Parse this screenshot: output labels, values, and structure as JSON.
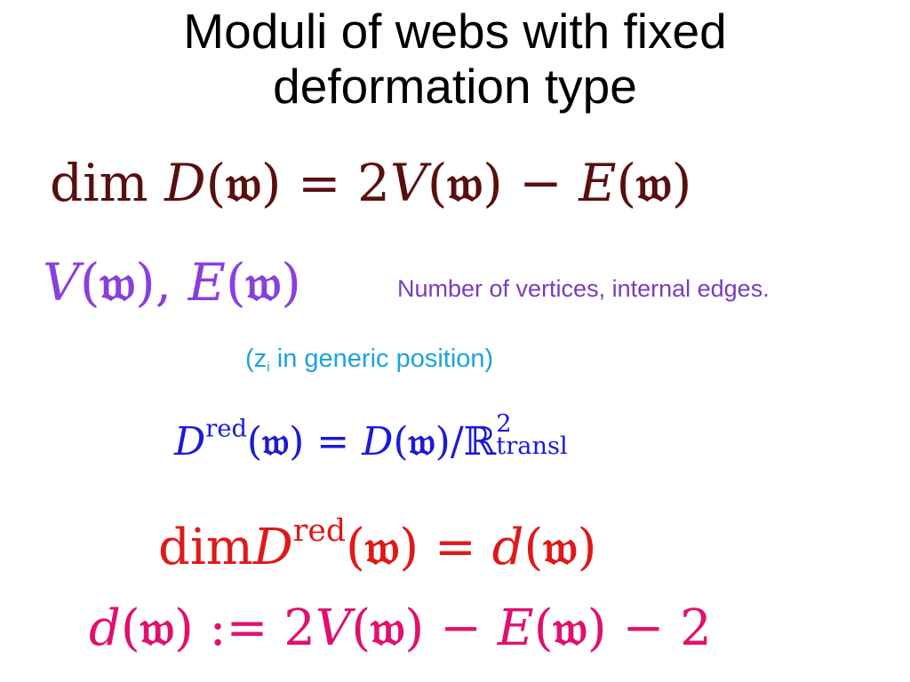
{
  "title": {
    "line1": "Moduli of webs with fixed",
    "line2": "deformation type"
  },
  "equations": {
    "eq1": {
      "dim": "dim",
      "D": "D",
      "w": "𝔴",
      "V": "V",
      "E": "E",
      "two": "2",
      "color": "#5a0f0f"
    },
    "eq2": {
      "V": "V",
      "E": "E",
      "w": "𝔴",
      "color": "#8840dd"
    },
    "eq3": {
      "D": "D",
      "red": "red",
      "w": "𝔴",
      "R": "ℝ",
      "two": "2",
      "transl": "transl",
      "color": "#1a1ad6"
    },
    "eq4": {
      "dim": "dim",
      "D": "D",
      "red": "red",
      "w": "𝔴",
      "d": "d",
      "color": "#e01818"
    },
    "eq5": {
      "d": "d",
      "w": "𝔴",
      "V": "V",
      "E": "E",
      "two": "2",
      "minus_two": "2",
      "color": "#e0106e"
    }
  },
  "notes": {
    "vertices_edges": "Number of vertices, internal edges.",
    "generic_prefix": "(z",
    "generic_sub": "i",
    "generic_suffix": " in generic position)"
  }
}
